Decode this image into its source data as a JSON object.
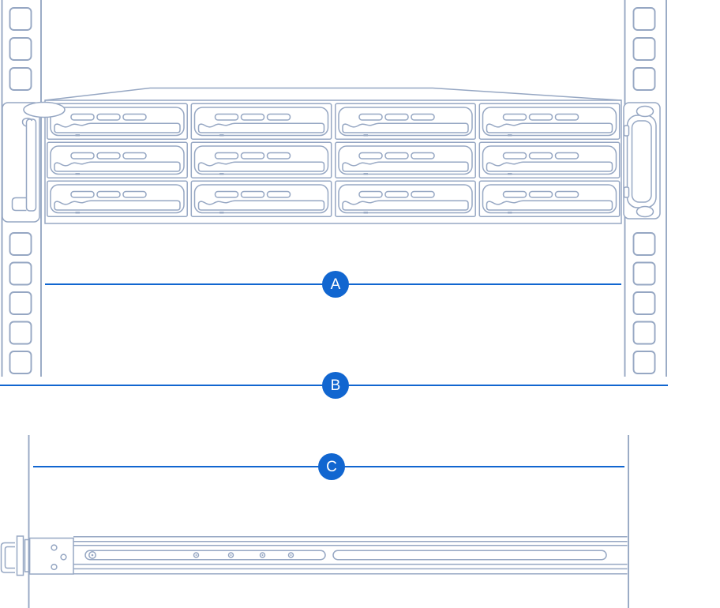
{
  "figure": {
    "callouts": [
      {
        "label": "A"
      },
      {
        "label": "B"
      },
      {
        "label": "C"
      }
    ],
    "colors": {
      "accent": "#1166d0",
      "outline": "#96a7c3",
      "background": "#ffffff",
      "callout_text": "#ffffff"
    },
    "rack": {
      "bay_rows": 3,
      "bay_columns": 4,
      "top_post_holes": 3,
      "lower_post_holes": 5
    }
  }
}
